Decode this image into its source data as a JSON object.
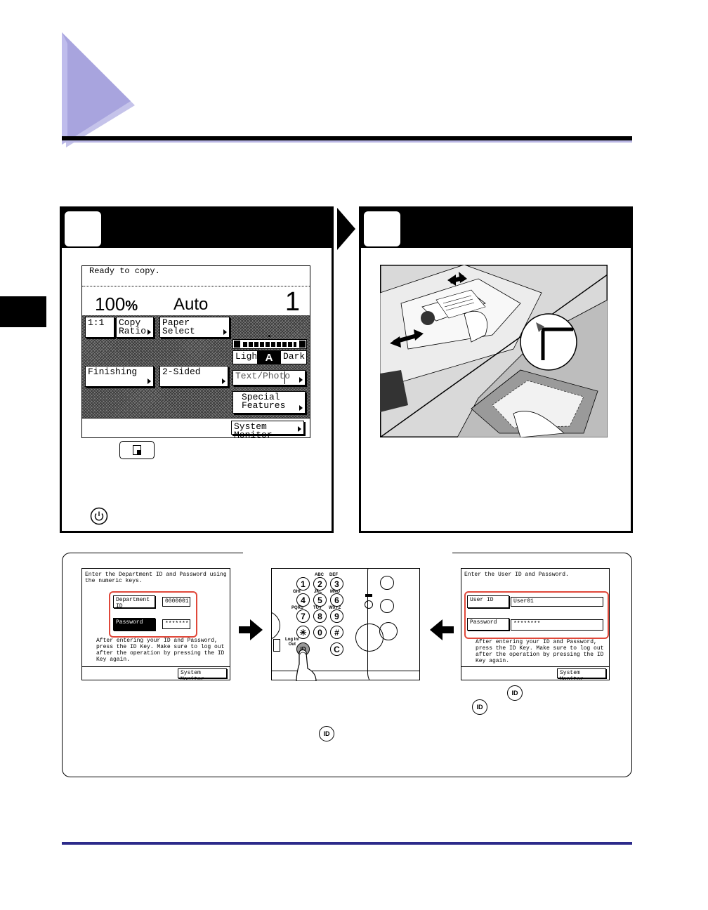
{
  "copy_screen": {
    "status": "Ready to copy.",
    "ratio": "100",
    "ratio_unit": "%",
    "paper": "Auto",
    "quantity": "1",
    "btn_1to1": "1:1",
    "btn_copy_ratio_1": "Copy",
    "btn_copy_ratio_2": "Ratio",
    "btn_paper_select": "Paper Select",
    "btn_finishing": "Finishing",
    "btn_two_sided": "2-Sided",
    "density_light": "Light",
    "density_auto": "A",
    "density_dark": "Dark",
    "btn_text_photo": "Text/Photo",
    "btn_special_1": "Special",
    "btn_special_2": "Features",
    "btn_system_monitor": "System Monitor"
  },
  "screen_dept": {
    "message": "Enter the Department ID and Password using the numeric keys.",
    "dept_label": "Department ID",
    "dept_value": "0000001",
    "pw_label": "Password",
    "pw_value": "*******",
    "note": "After entering your ID and Password, press the ID Key. Make sure to log out after the operation by pressing the ID Key again.",
    "system_monitor": "System Monitor"
  },
  "screen_user": {
    "message": "Enter the User ID and Password.",
    "user_label": "User ID",
    "user_value": "User01",
    "pw_label": "Password",
    "pw_value": "********",
    "note": "After entering your ID and Password, press the ID Key. Make sure to log out after the operation by pressing the ID Key again.",
    "system_monitor": "System Monitor"
  },
  "keypad": {
    "keys": [
      "1",
      "2",
      "3",
      "4",
      "5",
      "6",
      "7",
      "8",
      "9",
      "✳",
      "0",
      "#"
    ],
    "clear": "C",
    "letters": [
      "ABC",
      "DEF",
      "GHI",
      "JKL",
      "MNO",
      "PQRS",
      "TUV",
      "WXYZ"
    ],
    "log_label_1": "Log In/",
    "log_label_2": "Out",
    "id_label": "ID"
  },
  "icons": {
    "id_key": "ID"
  }
}
